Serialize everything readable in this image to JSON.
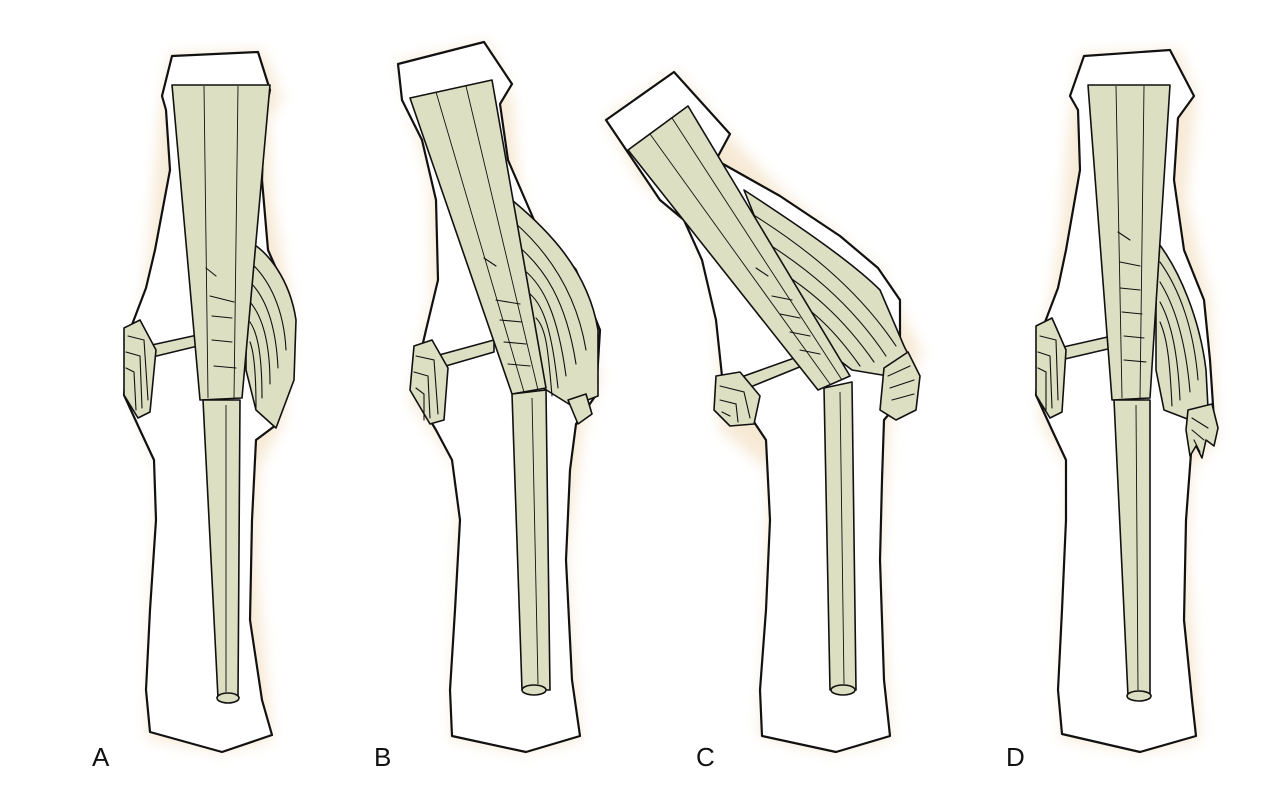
{
  "figure": {
    "panels": [
      {
        "id": "A",
        "label": "A"
      },
      {
        "id": "B",
        "label": "B"
      },
      {
        "id": "C",
        "label": "C"
      },
      {
        "id": "D",
        "label": "D"
      }
    ]
  },
  "colors": {
    "tissue": "#dcdfc2",
    "halo": "#f6e7d0",
    "outline": "#111111",
    "background": "#ffffff"
  }
}
